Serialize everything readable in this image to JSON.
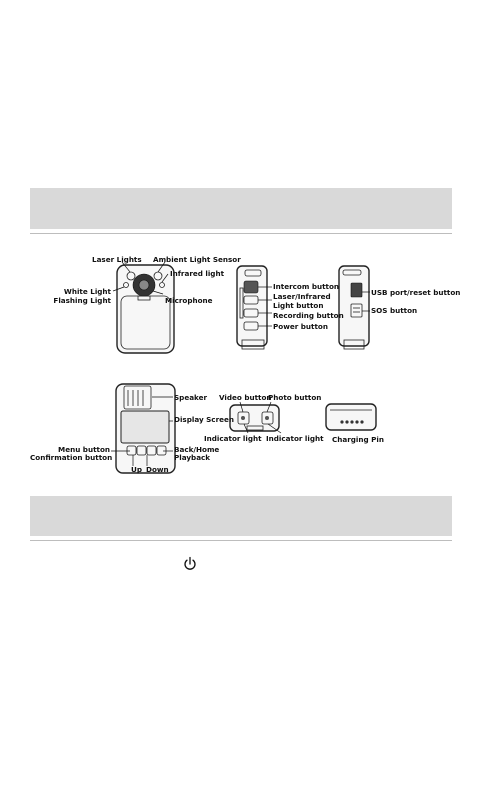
{
  "front_labels": {
    "laser_lights": "Laser Lights",
    "ambient_light_sensor": "Ambient Light Sensor",
    "infrared_light": "Infrared light",
    "white_light": "White Light",
    "flashing_light": "Flashing Light",
    "microphone": "Microphone"
  },
  "left_side_labels": {
    "intercom_button": "Intercom button",
    "laser_infrared": "Laser/Infrared",
    "light_button": "Light button",
    "recording_button": "Recording button",
    "power_button": "Power button"
  },
  "right_side_labels": {
    "usb_port": "USB port/reset button",
    "sos_button": "SOS button"
  },
  "back_labels": {
    "speaker": "Speaker",
    "display_screen": "Display Screen",
    "menu_button": "Menu button",
    "confirmation_button": "Confirmation button",
    "back_home": "Back/Home",
    "playback": "Playback",
    "up": "Up",
    "down": "Down"
  },
  "top_labels": {
    "video_button": "Video button",
    "photo_button": "Photo button",
    "indicator_light_left": "Indicator light",
    "indicator_light_right": "Indicator light"
  },
  "bottom_labels": {
    "charging_pin": "Charging Pin"
  },
  "icons": {
    "power": "power-icon"
  }
}
